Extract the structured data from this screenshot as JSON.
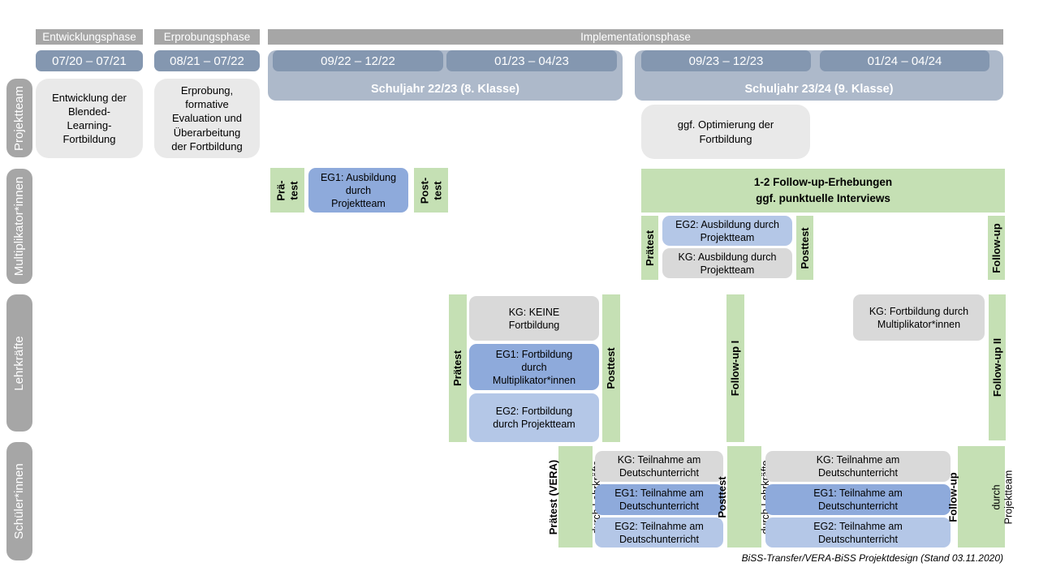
{
  "colors": {
    "phase_header_gray": "#a6a6a6",
    "date_pill_blue": "#8497b0",
    "school_year_blue": "#adb9ca",
    "project_box_gray": "#e9e9e9",
    "kg_box_gray": "#d9d9d9",
    "test_green": "#c5e0b4",
    "eg1_blue": "#8eaadb",
    "eg2_blue": "#b4c7e7"
  },
  "phases": {
    "p1": "Entwicklungsphase",
    "p2": "Erprobungsphase",
    "p3": "Implementationsphase"
  },
  "dates": {
    "d1": "07/20 – 07/21",
    "d2": "08/21 – 07/22",
    "d3": "09/22 – 12/22",
    "d4": "01/23 – 04/23",
    "d5": "09/23 – 12/23",
    "d6": "01/24 – 04/24"
  },
  "school_years": {
    "sj1": "Schuljahr 22/23 (8. Klasse)",
    "sj2": "Schuljahr 23/24 (9. Klasse)"
  },
  "row_labels": {
    "projektteam": "Projektteam",
    "multiplikatoren": "Multiplikator*innen",
    "lehrkraefte": "Lehrkräfte",
    "schueler": "Schüler*innen"
  },
  "projektteam": {
    "entwicklung_box": "Entwicklung der\nBlended-\nLearning-\nFortbildung",
    "erprobung_box": "Erprobung,\nformative\nEvaluation und\nÜberarbeitung\nder Fortbildung",
    "optimierung_box": "ggf. Optimierung der\nFortbildung"
  },
  "multiplikatoren": {
    "praetest_1": "Prä-\ntest",
    "eg1_box": "EG1: Ausbildung\ndurch\nProjektteam",
    "posttest_1": "Post-\ntest",
    "followup_box": "1-2 Follow-up-Erhebungen\nggf. punktuelle Interviews",
    "praetest_2": "Prätest",
    "eg2_box": "EG2: Ausbildung durch\nProjektteam",
    "kg_box": "KG: Ausbildung durch\nProjektteam",
    "posttest_2": "Posttest",
    "followup_bar": "Follow-up"
  },
  "lehrkraefte": {
    "praetest": "Prätest",
    "kg_box": "KG: KEINE\nFortbildung",
    "eg1_box": "EG1: Fortbildung\ndurch\nMultiplikator*innen",
    "eg2_box": "EG2: Fortbildung\ndurch Projektteam",
    "posttest": "Posttest",
    "followup_1": "Follow-up I",
    "kg2_box": "KG: Fortbildung durch\nMultiplikator*innen",
    "followup_2": "Follow-up II"
  },
  "schueler": {
    "praetest_title": "Prätest (VERA)",
    "praetest_sub": "durch Lehrkräfte",
    "kg_box_1": "KG: Teilnahme am\nDeutschunterricht",
    "eg1_box_1": "EG1: Teilnahme am\nDeutschunterricht",
    "eg2_box_1": "EG2: Teilnahme am\nDeutschunterricht",
    "posttest_title": "Posttest",
    "posttest_sub": "durch Lehrkräfte",
    "kg_box_2": "KG: Teilnahme am\nDeutschunterricht",
    "eg1_box_2": "EG1: Teilnahme am\nDeutschunterricht",
    "eg2_box_2": "EG2: Teilnahme am\nDeutschunterricht",
    "followup_title": "Follow-up",
    "followup_sub": "durch\nProjektteam"
  },
  "caption": "BiSS-Transfer/VERA-BiSS Projektdesign (Stand 03.11.2020)"
}
